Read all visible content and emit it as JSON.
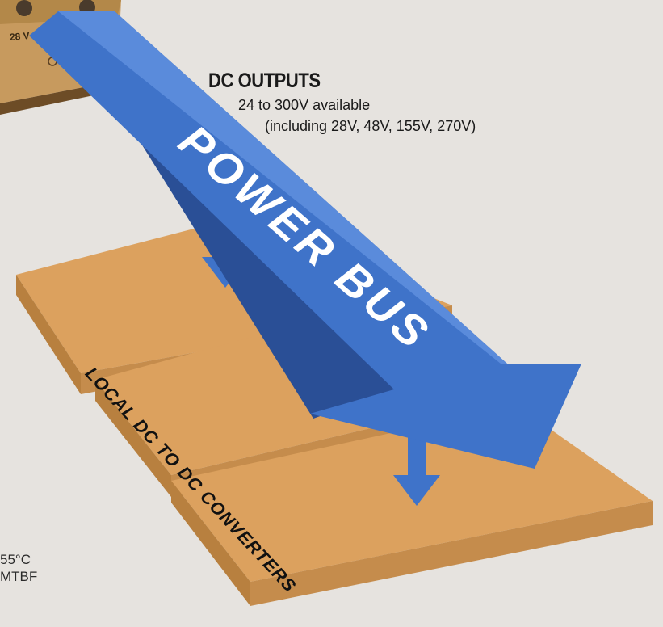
{
  "power_unit": {
    "label": "28 V"
  },
  "outputs": {
    "title": "DC OUTPUTS",
    "range": "24 to 300V available",
    "examples": "(including 28V, 48V, 155V, 270V)"
  },
  "bus": {
    "label": "POWER BUS",
    "color": "#3f73c9",
    "shadow_color": "#2a4f96"
  },
  "converters": {
    "label": "LOCAL DC TO DC CONVERTERS",
    "color": "#dca15e",
    "side_color": "#c0854a"
  },
  "specs": {
    "line_1": "55°C",
    "line_2": "MTBF"
  }
}
